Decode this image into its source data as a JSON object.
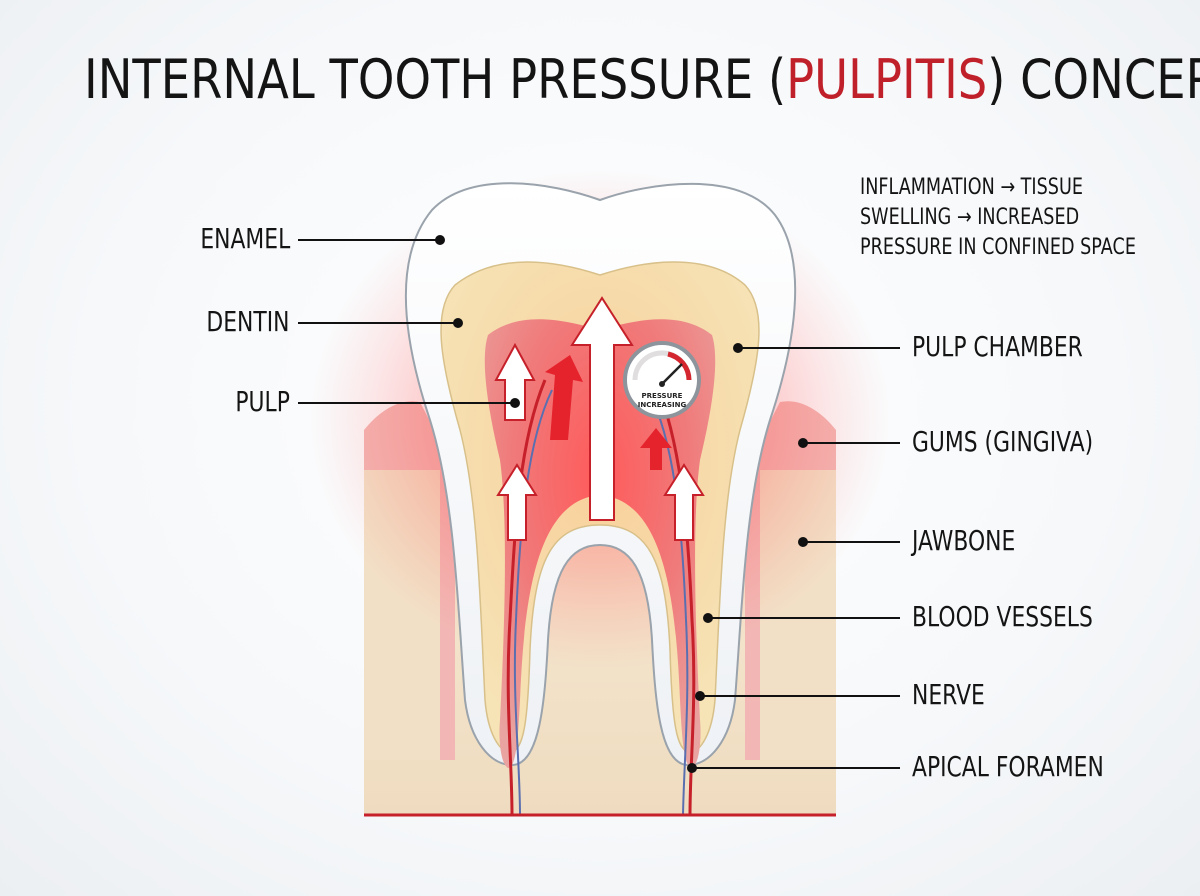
{
  "title": {
    "before": "INTERNAL TOOTH PRESSURE (",
    "highlight": "PULPITIS",
    "after": ") CONCEPT",
    "highlight_color": "#c0202a"
  },
  "note": {
    "lines": [
      "INFLAMMATION → TISSUE",
      "SWELLING → INCREASED",
      "PRESSURE IN CONFINED SPACE"
    ]
  },
  "labels": {
    "enamel": "ENAMEL",
    "dentin": "DENTIN",
    "pulp": "PULP",
    "pulp_chamber": "PULP CHAMBER",
    "gums": "GUMS (GINGIVA)",
    "jawbone": "JAWBONE",
    "blood_vessels": "BLOOD VESSELS",
    "nerve": "NERVE",
    "apical_foramen": "APICAL FORAMEN"
  },
  "gauge": {
    "line1": "PRESSURE",
    "line2": "INCREASING"
  },
  "colors": {
    "inflammation": "#e8222c",
    "enamel": "#ffffff",
    "dentin": "#f5e2b0",
    "gum": "#f2b7b4",
    "jawbone": "#f2e4cc"
  }
}
